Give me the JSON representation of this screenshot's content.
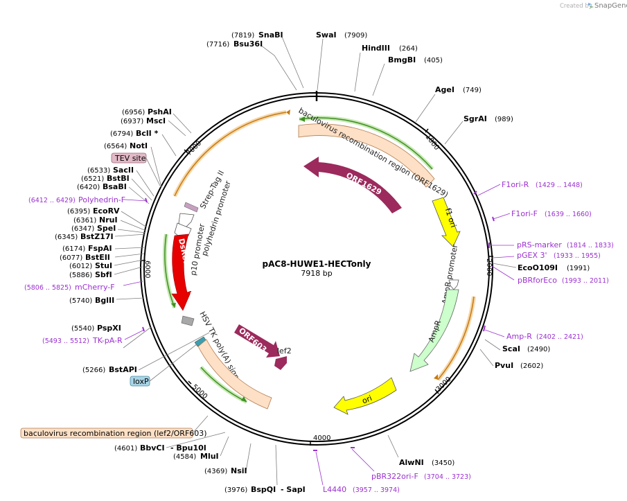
{
  "watermark": {
    "created_by": "Created by",
    "brand": "SnapGene"
  },
  "plasmid": {
    "name": "pAC8-HUWE1-HECTonly",
    "size": "7918 bp"
  },
  "ticks": [
    "1000",
    "2000",
    "3000",
    "4000",
    "5000",
    "6000",
    "7000"
  ],
  "enzymes": [
    {
      "name": "SnaBI",
      "pos": "(7819)"
    },
    {
      "name": "Bsu36I",
      "pos": "(7716)"
    },
    {
      "name": "SwaI",
      "pos": "(7909)"
    },
    {
      "name": "HindIII",
      "pos": "(264)"
    },
    {
      "name": "BmgBI",
      "pos": "(405)"
    },
    {
      "name": "AgeI",
      "pos": "(749)"
    },
    {
      "name": "SgrAI",
      "pos": "(989)"
    },
    {
      "name": "EcoO109I",
      "pos": "(1991)"
    },
    {
      "name": "ScaI",
      "pos": "(2490)"
    },
    {
      "name": "PvuI",
      "pos": "(2602)"
    },
    {
      "name": "AlwNI",
      "pos": "(3450)"
    },
    {
      "name": "BspQI",
      "pos": "(3976)"
    },
    {
      "name": "- SapI",
      "pos": ""
    },
    {
      "name": "NsiI",
      "pos": "(4369)"
    },
    {
      "name": "MluI",
      "pos": "(4584)"
    },
    {
      "name": "BbvCI",
      "pos": "(4601)"
    },
    {
      "name": "- Bpu10I",
      "pos": ""
    },
    {
      "name": "BstAPI",
      "pos": "(5266)"
    },
    {
      "name": "PspXI",
      "pos": "(5540)"
    },
    {
      "name": "BglII",
      "pos": "(5740)"
    },
    {
      "name": "SbfI",
      "pos": "(5886)"
    },
    {
      "name": "StuI",
      "pos": "(6012)"
    },
    {
      "name": "BstEII",
      "pos": "(6077)"
    },
    {
      "name": "FspAI",
      "pos": "(6174)"
    },
    {
      "name": "BstZ17I",
      "pos": "(6345)"
    },
    {
      "name": "SpeI",
      "pos": "(6347)"
    },
    {
      "name": "NruI",
      "pos": "(6361)"
    },
    {
      "name": "EcoRV",
      "pos": "(6395)"
    },
    {
      "name": "BsaBI",
      "pos": "(6420)"
    },
    {
      "name": "BstBI",
      "pos": "(6521)"
    },
    {
      "name": "SacII",
      "pos": "(6533)"
    },
    {
      "name": "NotI",
      "pos": "(6564)"
    },
    {
      "name": "BclI *",
      "pos": "(6794)"
    },
    {
      "name": "MscI",
      "pos": "(6937)"
    },
    {
      "name": "PshAI",
      "pos": "(6956)"
    }
  ],
  "primers": [
    {
      "name": "F1ori-R",
      "pos": "(1429 .. 1448)"
    },
    {
      "name": "F1ori-F",
      "pos": "(1639 .. 1660)"
    },
    {
      "name": "pRS-marker",
      "pos": "(1814 .. 1833)"
    },
    {
      "name": "pGEX 3'",
      "pos": "(1933 .. 1955)"
    },
    {
      "name": "pBRforEco",
      "pos": "(1993 .. 2011)"
    },
    {
      "name": "Amp-R",
      "pos": "(2402 .. 2421)"
    },
    {
      "name": "pBR322ori-F",
      "pos": "(3704 .. 3723)"
    },
    {
      "name": "L4440",
      "pos": "(3957 .. 3974)"
    },
    {
      "name": "TK-pA-R",
      "pos": "(5493 .. 5512)"
    },
    {
      "name": "mCherry-F",
      "pos": "(5806 .. 5825)"
    },
    {
      "name": "Polyhedrin-F",
      "pos": "(6412 .. 6429)"
    }
  ],
  "boxed_labels": {
    "tev_site": "TEV site",
    "loxp": "loxP",
    "baculo_lef2": "baculovirus recombination region (lef2/ORF603)"
  },
  "features": {
    "baculo_orf1629": "baculovirus recombination region (ORF1629)",
    "orf1629": "ORF1629",
    "f1_ori": "f1 ori",
    "ampr_promoter": "AmpR promoter",
    "ampr": "AmpR",
    "ori": "ori",
    "strep_tag": "Strep-Tag II",
    "polyhedrin_promoter": "polyhedrin promoter",
    "p10_promoter": "p10 promoter",
    "dsred": "DsRed-Monomer",
    "hsv_tk": "HSV TK poly(A) signal",
    "orf603": "ORF603",
    "lef2": "lef2"
  },
  "colors": {
    "backbone": "#000000",
    "primer": "#9b30d0",
    "baculo_region": "#fde0c5",
    "orf": "#9c2a5c",
    "f1_ori": "#ffff00",
    "ampr": "#ccffcc",
    "dsred": "#e60000",
    "loxp": "#a8d4e6",
    "tev": "#e2b9c6",
    "green_arrow": "#4aa52e",
    "orange_arrow": "#d68a1a"
  }
}
